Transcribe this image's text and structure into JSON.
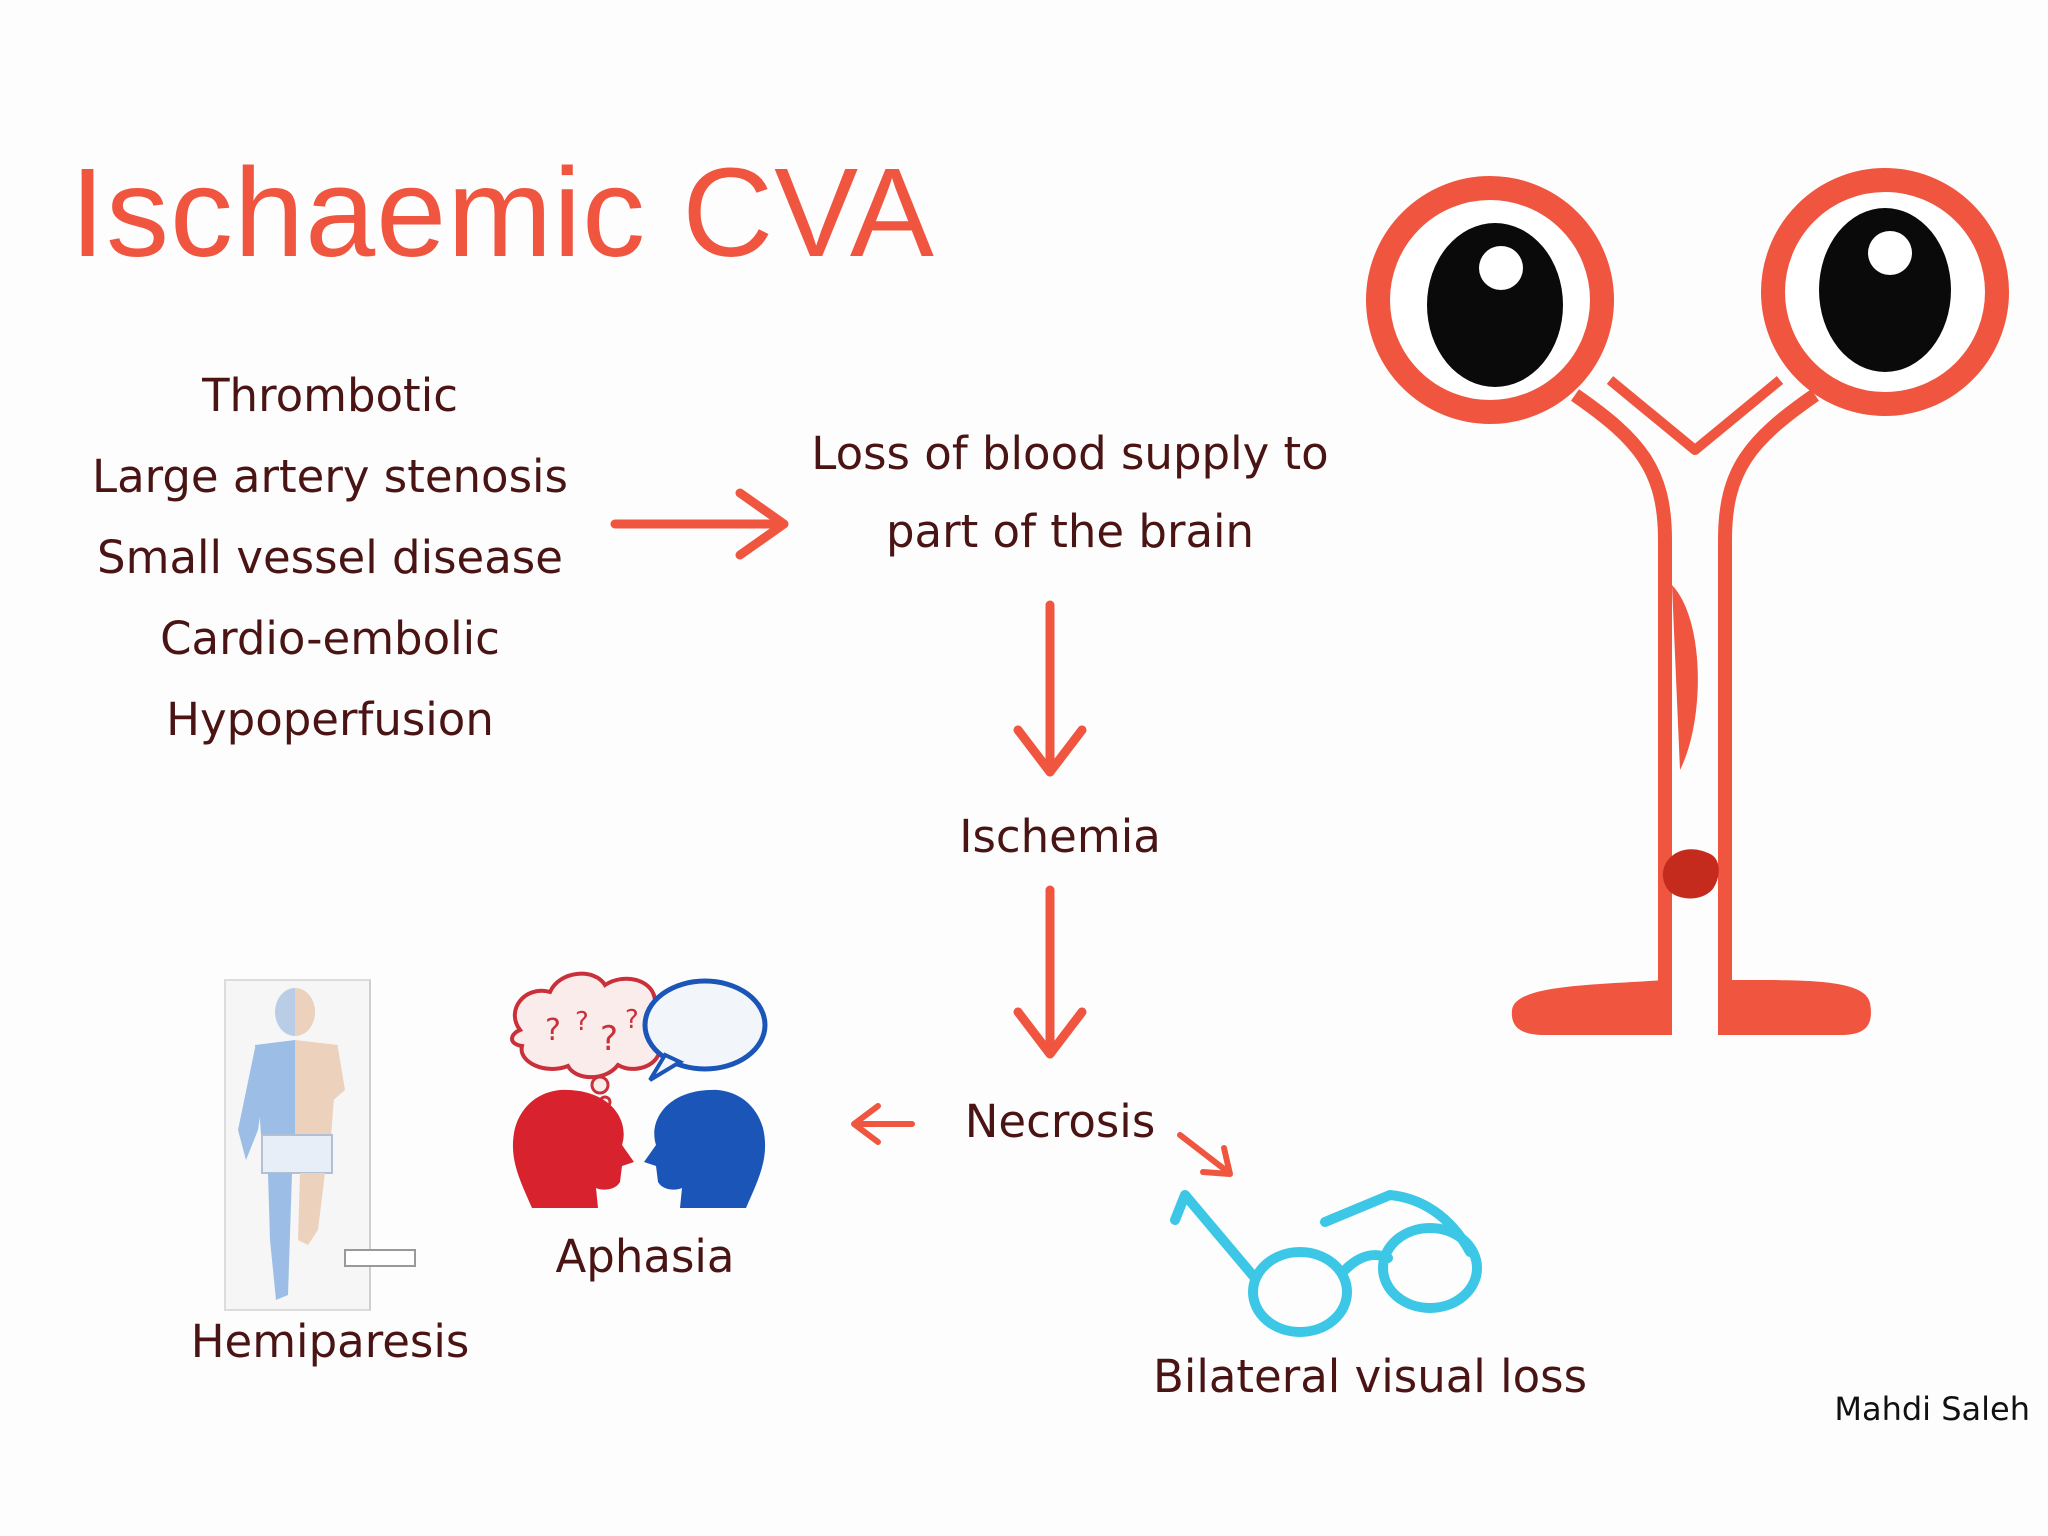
{
  "title": "Ischaemic CVA",
  "causes": [
    "Thrombotic",
    "Large artery stenosis",
    "Small vessel disease",
    "Cardio-embolic",
    "Hypoperfusion"
  ],
  "flow": {
    "loss_line1": "Loss of blood supply to",
    "loss_line2": "part of the brain",
    "ischemia": "Ischemia",
    "necrosis": "Necrosis"
  },
  "outcomes": {
    "hemiparesis": "Hemiparesis",
    "aphasia": "Aphasia",
    "visual_loss": "Bilateral visual loss"
  },
  "author": "Mahdi Saleh",
  "colors": {
    "accent": "#f0553f",
    "dark_text": "#4a1414",
    "glasses": "#3cc7e6",
    "red_head": "#d8232e",
    "blue_head": "#1b55b8",
    "clot": "#c42b1c"
  }
}
